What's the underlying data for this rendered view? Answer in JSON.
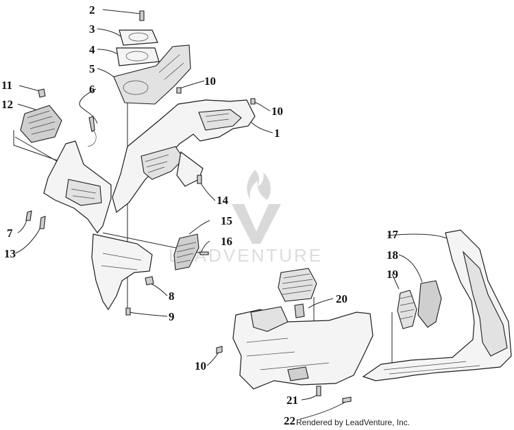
{
  "diagram": {
    "callouts": {
      "c1": "1",
      "c2": "2",
      "c3": "3",
      "c4": "4",
      "c5": "5",
      "c6": "6",
      "c7": "7",
      "c8": "8",
      "c9": "9",
      "c10a": "10",
      "c10b": "10",
      "c10c": "10",
      "c11": "11",
      "c12": "12",
      "c13": "13",
      "c14": "14",
      "c15": "15",
      "c16": "16",
      "c17": "17",
      "c18": "18",
      "c19": "19",
      "c20": "20",
      "c21": "21",
      "c22": "22"
    },
    "watermark_text": "LEADVENTURE",
    "credit": "Rendered by LeadVenture, Inc."
  }
}
